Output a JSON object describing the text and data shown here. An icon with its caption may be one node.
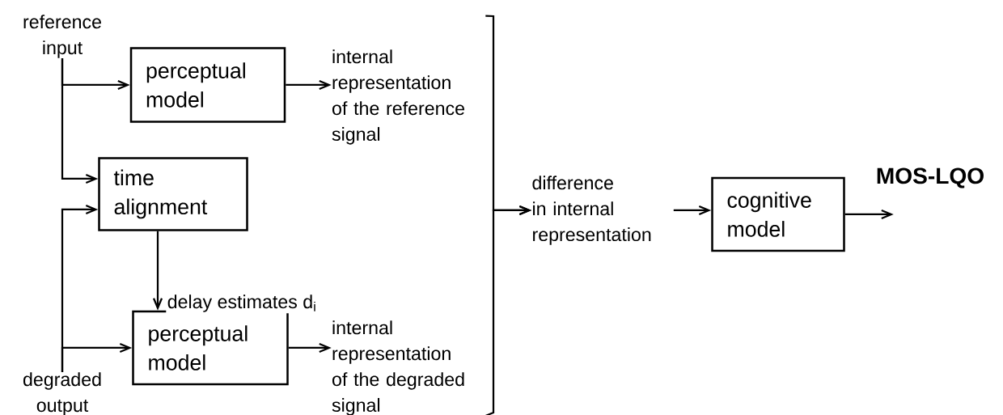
{
  "diagram": {
    "nodes": [
      {
        "text": [
          "reference input"
        ]
      },
      {
        "text": [
          "perceptual model"
        ]
      },
      {
        "text": [
          "internal representation of the reference signal"
        ]
      },
      {
        "text": [
          "time alignment"
        ]
      },
      {
        "text": [
          "perceptual model"
        ]
      },
      {
        "text": [
          "internal representation of the degraded signal"
        ]
      },
      {
        "text": [
          "degraded output"
        ]
      },
      {
        "text": [
          "difference in internal representation"
        ]
      },
      {
        "text": [
          "cognitive model"
        ]
      }
    ],
    "edges": [
      {
        "from": 0,
        "to": 1,
        "arrow": "to"
      },
      {
        "from": 0,
        "to": 3,
        "arrow": "to"
      },
      {
        "from": 6,
        "to": 4,
        "arrow": "to"
      },
      {
        "from": 6,
        "to": 3,
        "arrow": "to"
      },
      {
        "from": 1,
        "to": 2,
        "arrow": "to"
      },
      {
        "from": 3,
        "to": 4,
        "arrow": "to",
        "label": "delay estimates d$_{i}$"
      },
      {
        "from": 4,
        "to": 5,
        "arrow": "to"
      },
      {
        "from": 2,
        "to": 7,
        "arrow": "to"
      },
      {
        "from": 5,
        "to": 7,
        "arrow": "to"
      },
      {
        "from": 7,
        "to": 8,
        "arrow": "to"
      },
      {
        "from": 8,
        "to": null,
        "arrow": "to"
      }
    ],
    "labels": [
      "MOS-LQO"
    ]
  }
}
